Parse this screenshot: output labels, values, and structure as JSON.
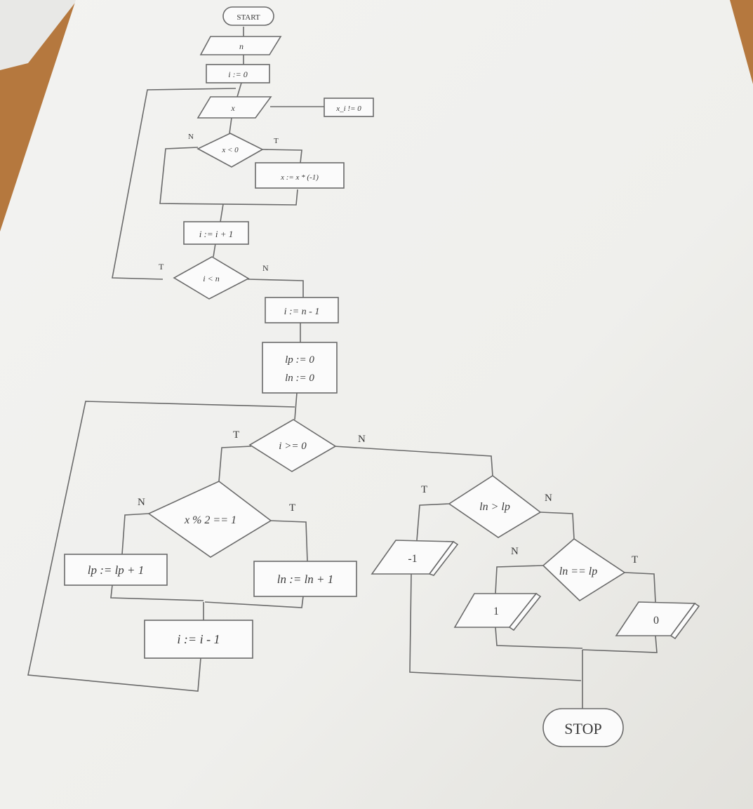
{
  "flowchart": {
    "start": "START",
    "input_n": "n",
    "init_i": "i := 0",
    "input_xi": "x",
    "side_note": "x_i != 0",
    "cond_neg": "x < 0",
    "neg_no": "N",
    "neg_yes": "T",
    "negate": "x := x * (-1)",
    "inc_i": "i := i + 1",
    "cond_loop": "i < n",
    "loop_yes": "T",
    "loop_no": "N",
    "set_i": "i := n - 1",
    "init_lp": "lp := 0",
    "init_ln": "ln := 0",
    "cond_ge": "i >= 0",
    "ge_yes": "T",
    "ge_no": "N",
    "cond_odd": "x % 2 == 1",
    "odd_no": "N",
    "odd_yes": "T",
    "inc_lp": "lp := lp + 1",
    "inc_ln": "ln := ln + 1",
    "dec_i": "i := i - 1",
    "cond_gt": "ln > lp",
    "gt_yes": "T",
    "gt_no": "N",
    "out_minus1": "-1",
    "cond_eq": "ln == lp",
    "eq_no": "N",
    "eq_yes": "T",
    "out_1": "1",
    "out_0": "0",
    "stop": "STOP"
  },
  "colors": {
    "paper": "#f6f6f4",
    "table": "#b5783e",
    "ink": "#3b3b3b",
    "line": "#6a6a6a"
  }
}
